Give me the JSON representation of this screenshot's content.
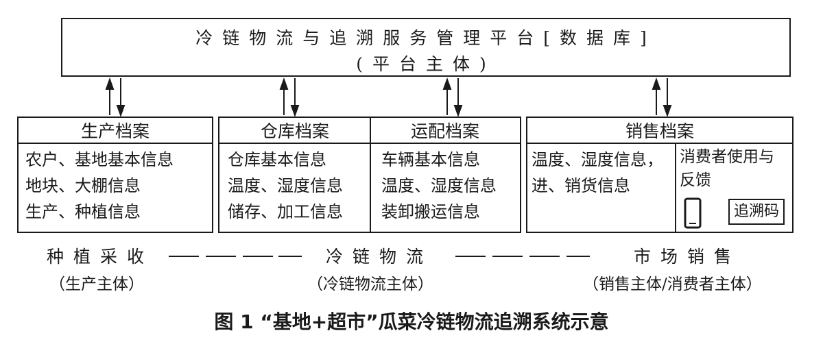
{
  "platform": {
    "title": "冷链物流与追溯服务管理平台[数据库]",
    "subtitle": "(平台主体)"
  },
  "archives": [
    {
      "title": "生产档案",
      "lines": [
        "农户、基地基本信息",
        "地块、大棚信息",
        "生产、种植信息"
      ]
    },
    {
      "title": "仓库档案",
      "lines": [
        "仓库基本信息",
        "温度、湿度信息",
        "储存、加工信息"
      ]
    },
    {
      "title": "运配档案",
      "lines": [
        "车辆基本信息",
        "温度、湿度信息",
        "装卸搬运信息"
      ]
    },
    {
      "title": "销售档案",
      "left_lines": [
        "温度、湿度信息，",
        "进、销货信息"
      ],
      "right_lines": [
        "消费者使用与",
        "反馈"
      ],
      "phone_icon": "phone-icon",
      "trace_label": "追溯码"
    }
  ],
  "stages": [
    {
      "name": "种植采收",
      "subject": "（生产主体）"
    },
    {
      "name": "冷链物流",
      "subject": "（冷链物流主体）"
    },
    {
      "name": "市场销售",
      "subject": "（销售主体/消费者主体）"
    }
  ],
  "caption": "图 1  “基地+超市”瓜菜冷链物流追溯系统示意"
}
